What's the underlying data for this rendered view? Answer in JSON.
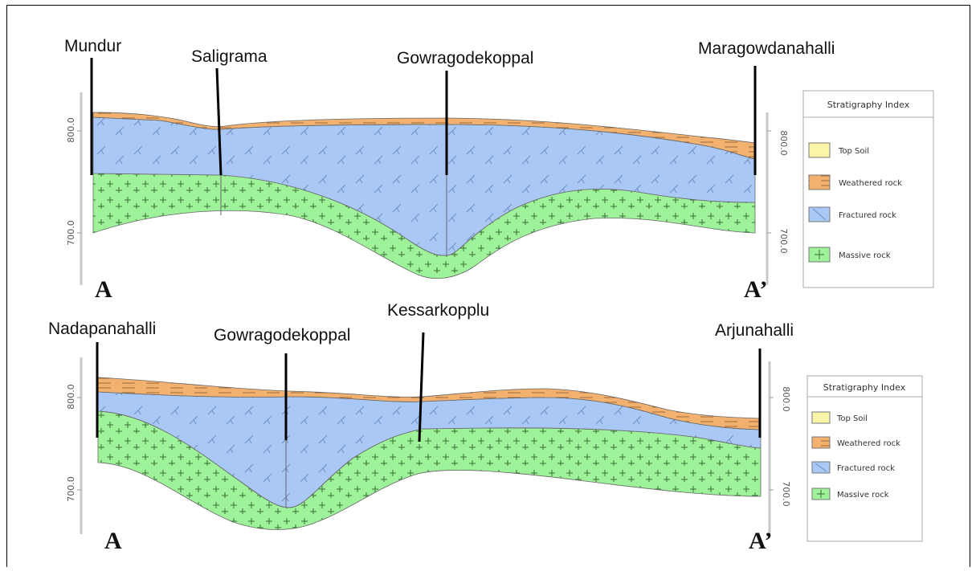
{
  "sections": [
    {
      "wells": [
        "Mundur",
        "Saligrama",
        "Gowragodekoppal",
        "Maragowdanahalli"
      ],
      "end_labels": [
        "A",
        "A’"
      ],
      "y_ticks": [
        "800.0",
        "700.0"
      ],
      "legend": {
        "title": "Stratigraphy Index",
        "items": [
          "Top Soil",
          "Weathered rock",
          "Fractured rock",
          "Massive rock"
        ]
      }
    },
    {
      "wells": [
        "Nadapanahalli",
        "Gowragodekoppal",
        "Kessarkopplu",
        "Arjunahalli"
      ],
      "end_labels": [
        "A",
        "A’"
      ],
      "y_ticks": [
        "800.0",
        "700.0"
      ],
      "legend": {
        "title": "Stratigraphy Index",
        "items": [
          "Top Soil",
          "Weathered rock",
          "Fractured rock",
          "Massive rock"
        ]
      }
    }
  ],
  "colors": {
    "top_soil": "#fbf5a8",
    "weathered_rock": "#f3b170",
    "fractured_rock": "#a9c8f5",
    "massive_rock": "#9ef29a"
  }
}
